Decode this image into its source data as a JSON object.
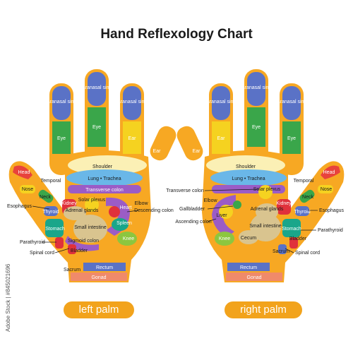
{
  "title": "Hand Reflexology Chart",
  "colors": {
    "hand_orange": "#f7a823",
    "sinus_blue": "#5a72c6",
    "eye_green": "#3aa64a",
    "ear_yellow": "#f5d220",
    "head_red": "#e8433c",
    "shoulder_cream": "#fbf0b5",
    "lung_blue": "#6ab7e8",
    "colon_purple": "#9b5cc6",
    "heart_red": "#e0313b",
    "stomach_teal": "#1aa68a",
    "intestine_tan": "#d9c48f",
    "knee_green": "#8cc63f",
    "rectum_blue": "#6c7fd6",
    "gonad_coral": "#f08a6a",
    "pill_orange": "#f2a31c"
  },
  "left_hand": {
    "sinus_1": "Paranasal sinus",
    "sinus_2": "Paranasal sinus",
    "sinus_3": "Paranasal sinus",
    "eye_1": "Eye",
    "eye_2": "Eye",
    "ear_1": "Ear",
    "ear_2": "Ear",
    "shoulder": "Shoulder",
    "lung": "Lung • Trachea",
    "transverse_colon": "Transverse colon",
    "head": "Head",
    "temporal": "Temporal",
    "nose": "Nose",
    "neck": "Neck",
    "esophagus": "Esophagus",
    "thyroid": "Thyroid",
    "kidney": "Kidney",
    "adrenal": "Adrenal glands",
    "solar_plexus": "Solar plexus",
    "heart": "Heart",
    "elbow": "Elbow",
    "descending_colon": "Descending colon",
    "stomach": "Stomach",
    "small_intestine": "Small intestine",
    "spleen": "Spleen",
    "parathyroid": "Parathyroid",
    "knee": "Knee",
    "sigmoid_colon": "Sigmoid colon",
    "bladder": "Bladder",
    "spinal_cord": "Spinal cord",
    "sacrum": "Sacrum",
    "rectum": "Rectum",
    "gonad": "Gonad"
  },
  "right_hand": {
    "sinus_1": "Paranasal sinus",
    "sinus_2": "Paranasal sinus",
    "sinus_3": "Paranasal sinus",
    "eye_1": "Eye",
    "eye_2": "Eye",
    "ear_1": "Ear",
    "ear_2": "Ear",
    "shoulder": "Shoulder",
    "lung": "Lung • Trachea",
    "transverse_colon": "Transverse colon",
    "head": "Head",
    "temporal": "Temporal",
    "nose": "Nose",
    "neck": "Neck",
    "esophagus": "Esophagus",
    "thyroid": "Thyroid",
    "kidney": "Kidney",
    "adrenal": "Adrenal glands",
    "solar_plexus": "Solar plexus",
    "gallbladder": "Gallbladder",
    "liver": "Liver",
    "elbow": "Elbow",
    "ascending_colon": "Ascending colon",
    "stomach": "Stomach",
    "small_intestine": "Small intestine",
    "parathyroid": "Parathyroid",
    "knee": "Knee",
    "cecum": "Cecum",
    "bladder": "Bladder",
    "spinal_cord": "Spinal cord",
    "sacrum": "Sacrum",
    "rectum": "Rectum",
    "gonad": "Gonad"
  },
  "captions": {
    "left": "left palm",
    "right": "right palm"
  },
  "watermark": "Adobe Stock | #845021696"
}
